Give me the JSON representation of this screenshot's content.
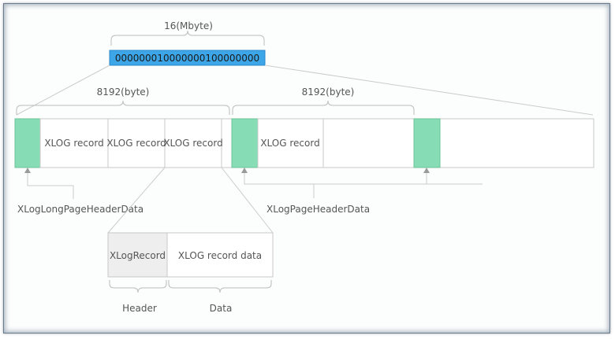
{
  "top": {
    "size_label": "16(Mbyte)",
    "hex_value": "000000010000000100000000"
  },
  "page1": {
    "size_label": "8192(byte)",
    "records": [
      "XLOG record",
      "XLOG record",
      "XLOG record"
    ],
    "header_label": "XLogLongPageHeaderData"
  },
  "page2": {
    "size_label": "8192(byte)",
    "records": [
      "XLOG record"
    ],
    "header_label": "XLogPageHeaderData"
  },
  "record_detail": {
    "header_box": "XLogRecord",
    "data_box": "XLOG record data",
    "header_label": "Header",
    "data_label": "Data"
  },
  "colors": {
    "page_header": "#86dcb4",
    "hex_box": "#3ca6e8",
    "record_header": "#eeeeee",
    "lines": "#c8c8c8"
  }
}
